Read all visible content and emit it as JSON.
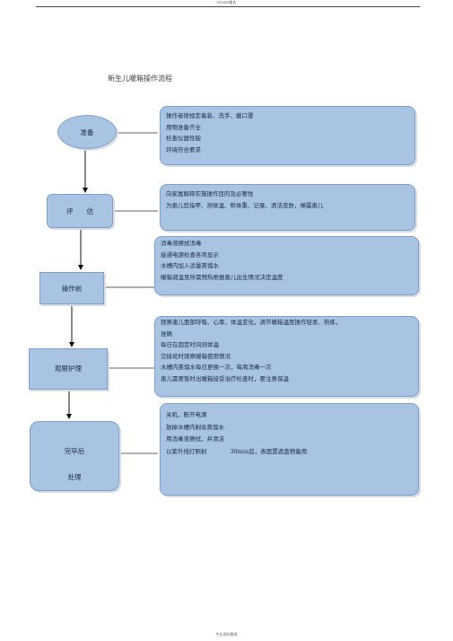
{
  "header": "WORD格式",
  "title": "新生儿暖箱操作流程",
  "steps": [
    {
      "label": [
        "准备"
      ],
      "lines": [
        "操作者按规定着装、洗手、戴口罩",
        "用物准备齐全",
        "检查仪器性能",
        "环境符合要求"
      ]
    },
    {
      "label": [
        "评　　估"
      ],
      "lines": [
        "向家属解释实施操作目的及必要性",
        "为患儿剪指甲、测体温、称体重、记录、清洁皮肤，裸露患儿"
      ]
    },
    {
      "label": [
        "操作前"
      ],
      "lines": [
        "消毒液擦拭消毒",
        "接通电源检查各项显示",
        "水槽内加入适量蒸馏水",
        "暖箱调温至所需预热根据患儿出生情况决定温度"
      ]
    },
    {
      "label": [
        "观察护理"
      ],
      "lines": [
        "观察患儿面部呼吸、心率、体温变化，调节暖箱温度操作轻柔、熟练，",
        "准确",
        "每日在固定时间测体温",
        "交接班时观察暖箱使用情况",
        "水槽内蒸馏水每日更换一次，每周消毒一次",
        "患儿需要暂时出暖箱接受治疗检查时，要注意保温"
      ]
    },
    {
      "label": [
        "完毕后",
        "处理"
      ],
      "lines": [
        "关机，断开电源",
        "放掉水槽内剩余蒸馏水",
        "用消毒液擦拭，并清洁",
        "以紫外线灯照射　　　　30min后，表面置遮盖物备用"
      ]
    }
  ],
  "footer": "专业资料整理"
}
